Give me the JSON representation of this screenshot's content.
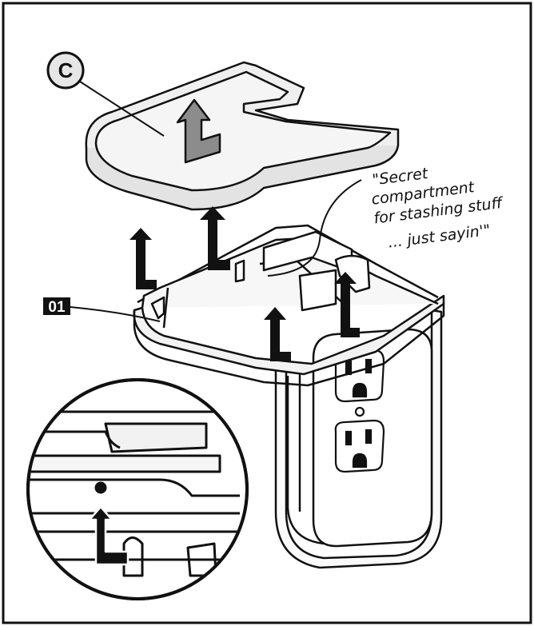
{
  "labels": {
    "part_c": "C",
    "part_01": "01"
  },
  "annotation": {
    "line1": "\"Secret",
    "line2": "compartment",
    "line3": "for stashing stuff",
    "line4": "... just sayin'\""
  },
  "colors": {
    "ink": "#111111",
    "shelf_fill": "#ededed",
    "tray_fill": "#f4f4f4",
    "arrow_fill": "#8c8c8c",
    "label_bg": "#111111",
    "label_text": "#ffffff",
    "circle_fill": "#e6e6e6"
  },
  "icons": {
    "arrow": "l-shaped-up-arrow-icon",
    "outlet": "duplex-outlet-icon"
  }
}
